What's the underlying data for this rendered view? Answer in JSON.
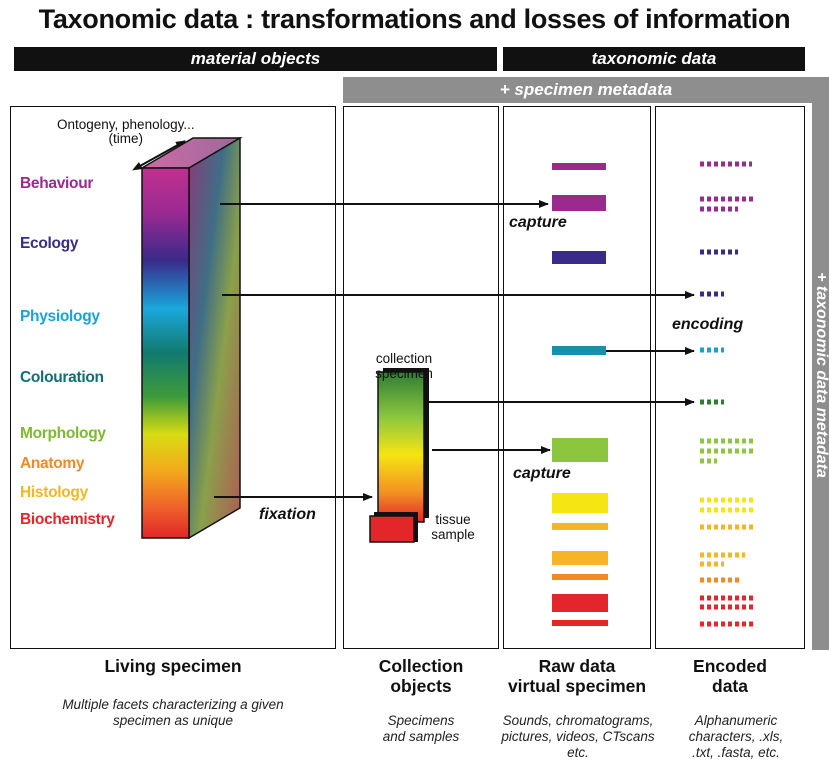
{
  "title": "Taxonomic data : transformations and losses of information",
  "headers": {
    "material_objects": "material objects",
    "taxonomic_data": "taxonomic data",
    "specimen_metadata": "+ specimen  metadata",
    "taxonomic_data_metadata": "+ taxonomic data metadata"
  },
  "living": {
    "axis_label": "Ontogeny, phenology...\n(time)",
    "facets": [
      {
        "label": "Behaviour",
        "color": "#9b2a8e"
      },
      {
        "label": "Ecology",
        "color": "#3a2a8a"
      },
      {
        "label": "Physiology",
        "color": "#19a3d9"
      },
      {
        "label": "Colouration",
        "color": "#0f6f73"
      },
      {
        "label": "Morphology",
        "color": "#7dba32"
      },
      {
        "label": "Histology",
        "color": "#f6b526"
      },
      {
        "label": "Anatomy",
        "color": "#f08a25"
      },
      {
        "label": "Biochemistry",
        "color": "#e2262a"
      }
    ]
  },
  "collection": {
    "specimen_label": "collection\nspecimen",
    "tissue_label": "tissue\nsample"
  },
  "process_labels": {
    "capture_top": "capture",
    "capture_bottom": "capture",
    "encoding": "encoding",
    "fixation": "fixation"
  },
  "columns": [
    {
      "title": "Living specimen",
      "desc": "Multiple facets characterizing a given\nspecimen as unique"
    },
    {
      "title": "Collection\nobjects",
      "desc": "Specimens\nand samples"
    },
    {
      "title": "Raw data\nvirtual specimen",
      "desc": "Sounds, chromatograms,\npictures, videos, CTscans\netc."
    },
    {
      "title": "Encoded\ndata",
      "desc": "Alphanumeric\ncharacters, .xls,\n.txt, .fasta, etc."
    }
  ],
  "colors": {
    "purple": "#9b2a8e",
    "indigo": "#3a2a8a",
    "cyan": "#1a8fad",
    "green_dark": "#2e7d32",
    "green": "#7dba32",
    "yellow": "#f5e512",
    "orange_light": "#f6b526",
    "orange": "#f08a25",
    "red": "#e2262a"
  }
}
